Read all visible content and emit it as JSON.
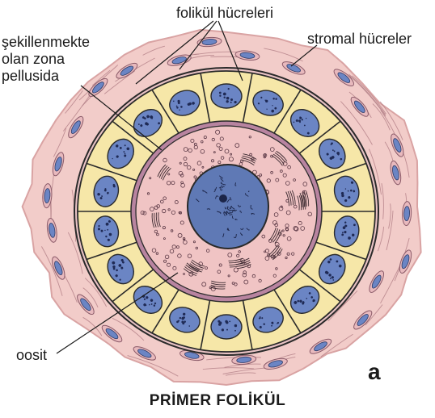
{
  "labels": {
    "follicle_cells": "folikül hücreleri",
    "stromal_cells": "stromal hücreler",
    "zona_line1": "şekillenmekte",
    "zona_line2": "olan zona",
    "zona_line3": "pellusida",
    "oocyte": "oosit",
    "panel_letter": "a",
    "caption": "PRİMER FOLİKÜL"
  },
  "colors": {
    "stroma": "#f2ccc9",
    "stroma_edge": "#d9a3a3",
    "follicle_cell": "#f6e7a8",
    "nucleus": "#6b85c4",
    "zona": "#b884a0",
    "oocyte": "#f0c4c4",
    "oocyte_nucleus": "#5f79b5",
    "outline": "#2a2a2a"
  },
  "follicle_cell_count": 18
}
